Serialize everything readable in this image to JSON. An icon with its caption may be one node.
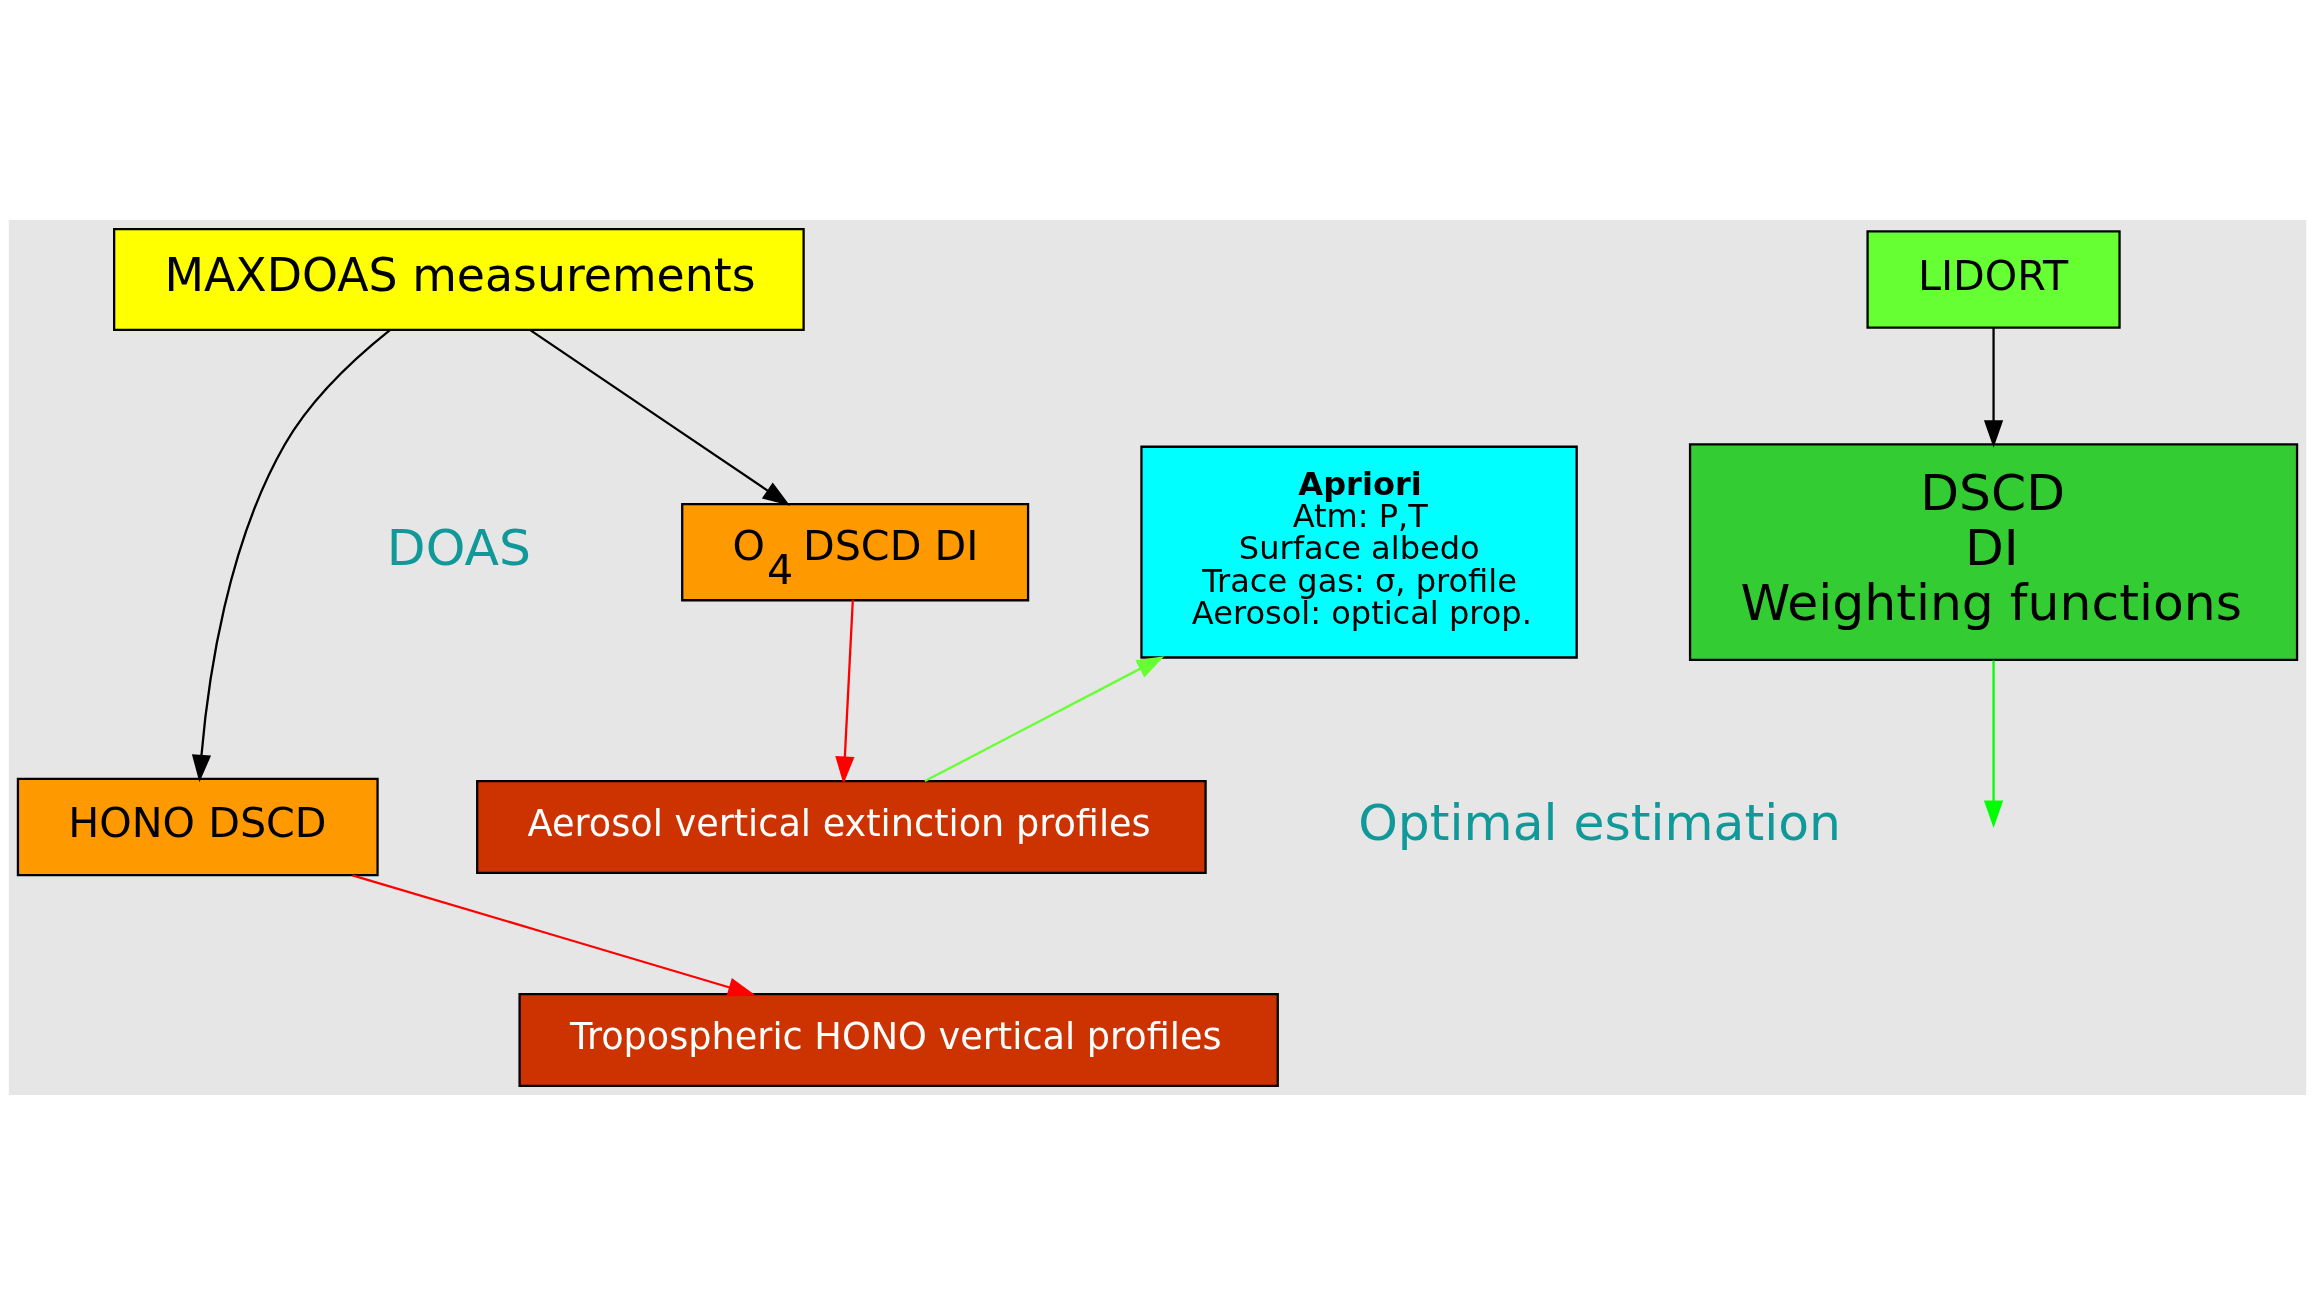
{
  "diagram": {
    "nodes": [
      {
        "text": [
          "MAXDOAS measurements"
        ]
      },
      {
        "text": [
          "HONO DSCD"
        ]
      },
      {
        "text": [
          "O$_{4}$ DSCD DI"
        ]
      },
      {
        "text": [
          "LIDORT"
        ]
      },
      {
        "text": [
          "Apriori",
          "Atm: P,T",
          "Surface albedo",
          "Trace gas: σ, profile",
          "Aerosol: optical prop."
        ]
      },
      {
        "text": [
          "DSCD",
          "DI",
          "Weighting functions"
        ]
      },
      {
        "text": [
          "Aerosol vertical extinction profiles"
        ]
      },
      {
        "text": [
          "Tropospheric HONO vertical profiles"
        ]
      }
    ],
    "edges": [
      {
        "from": 0,
        "to": 1,
        "arrow": "to"
      },
      {
        "from": 0,
        "to": 2,
        "arrow": "to"
      },
      {
        "from": 1,
        "to": 7,
        "arrow": "to",
        "color": "#ff0000"
      },
      {
        "from": 2,
        "to": 6,
        "arrow": "to",
        "color": "#ff0000"
      },
      {
        "from": 3,
        "to": 5,
        "arrow": "to"
      },
      {
        "from": 6,
        "to": 4,
        "arrow": "to",
        "color": "#66ff33"
      },
      {
        "from": 5,
        "to": null,
        "arrow": "to",
        "color": "#00ff00"
      }
    ],
    "labels": [
      "DOAS",
      "Optimal estimation"
    ]
  }
}
